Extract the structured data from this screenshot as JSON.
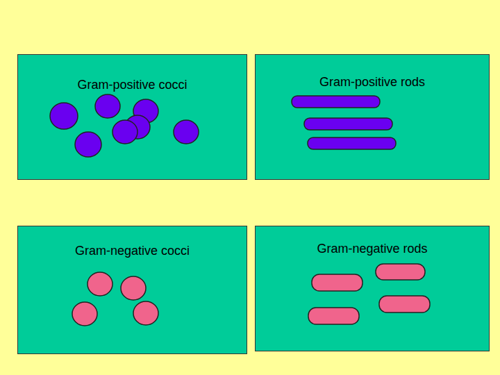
{
  "diagram": {
    "nodes": [
      {
        "text": [
          "Gram-positive cocci"
        ]
      },
      {
        "text": [
          "Gram-positive rods"
        ]
      },
      {
        "text": [
          "Gram-negative cocci"
        ]
      },
      {
        "text": [
          "Gram-negative rods"
        ]
      }
    ]
  }
}
